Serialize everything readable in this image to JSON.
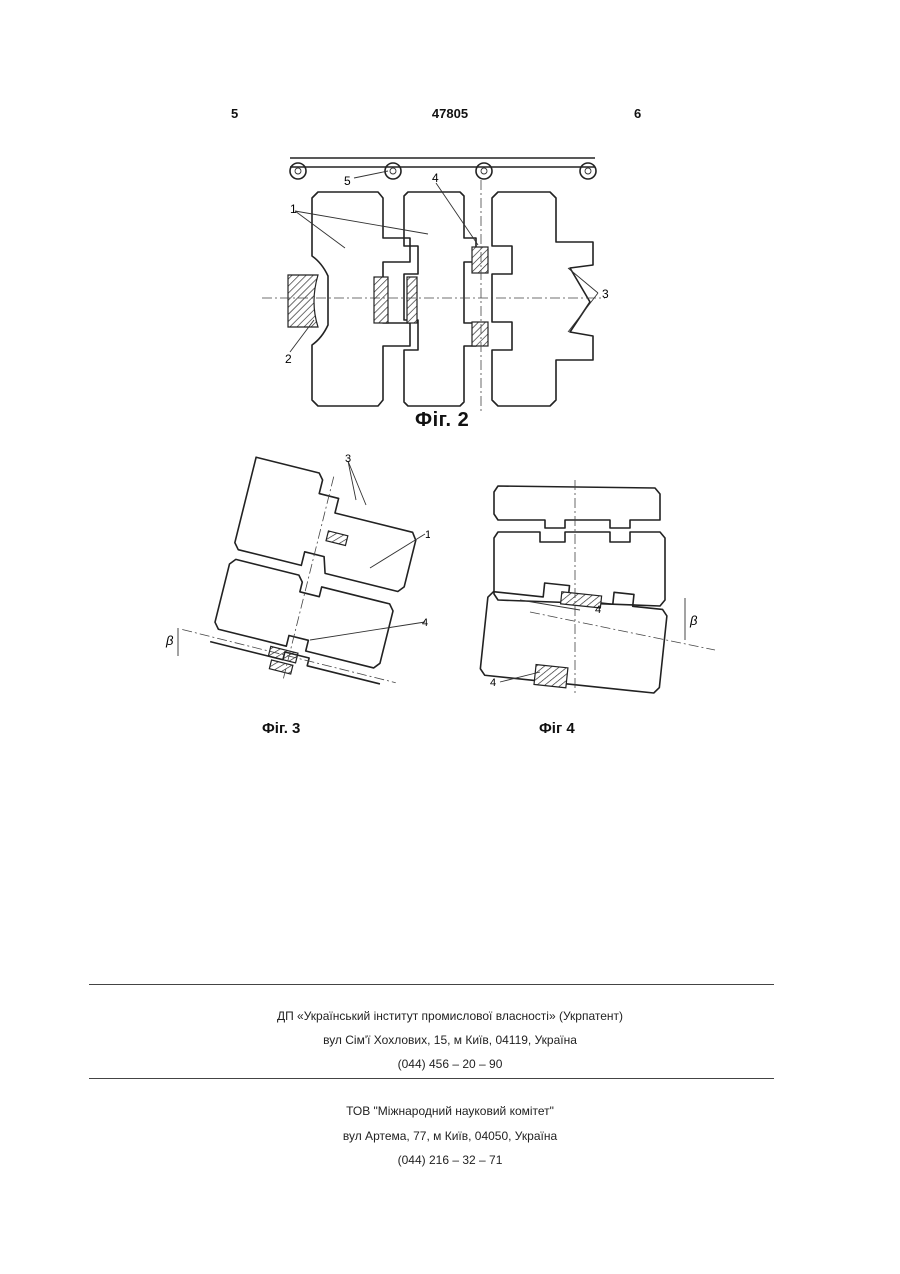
{
  "header": {
    "page_left": "5",
    "patent_number": "47805",
    "page_right": "6"
  },
  "figures": {
    "fig2": {
      "caption": "Фіг. 2",
      "labels": {
        "l1": "1",
        "l2": "2",
        "l3": "3",
        "l4": "4",
        "l5": "5"
      }
    },
    "fig3": {
      "caption": "Фіг. 3",
      "labels": {
        "l1": "1",
        "l3": "3",
        "l4": "4",
        "beta": "β"
      }
    },
    "fig4": {
      "caption": "Фіг 4",
      "labels": {
        "l4a": "4",
        "l4b": "4",
        "beta": "β"
      }
    }
  },
  "footer": {
    "publisher": {
      "name": "ДП «Український інститут промислової власності» (Укрпатент)",
      "address": "вул  Сім'ї Хохлових, 15, м  Київ, 04119, Україна",
      "phone": "(044) 456 – 20 –  90"
    },
    "printer": {
      "name": "ТОВ \"Міжнародний науковий комітет\"",
      "address": "вул  Артема, 77, м  Київ, 04050, Україна",
      "phone": "(044) 216 – 32 – 71"
    }
  }
}
